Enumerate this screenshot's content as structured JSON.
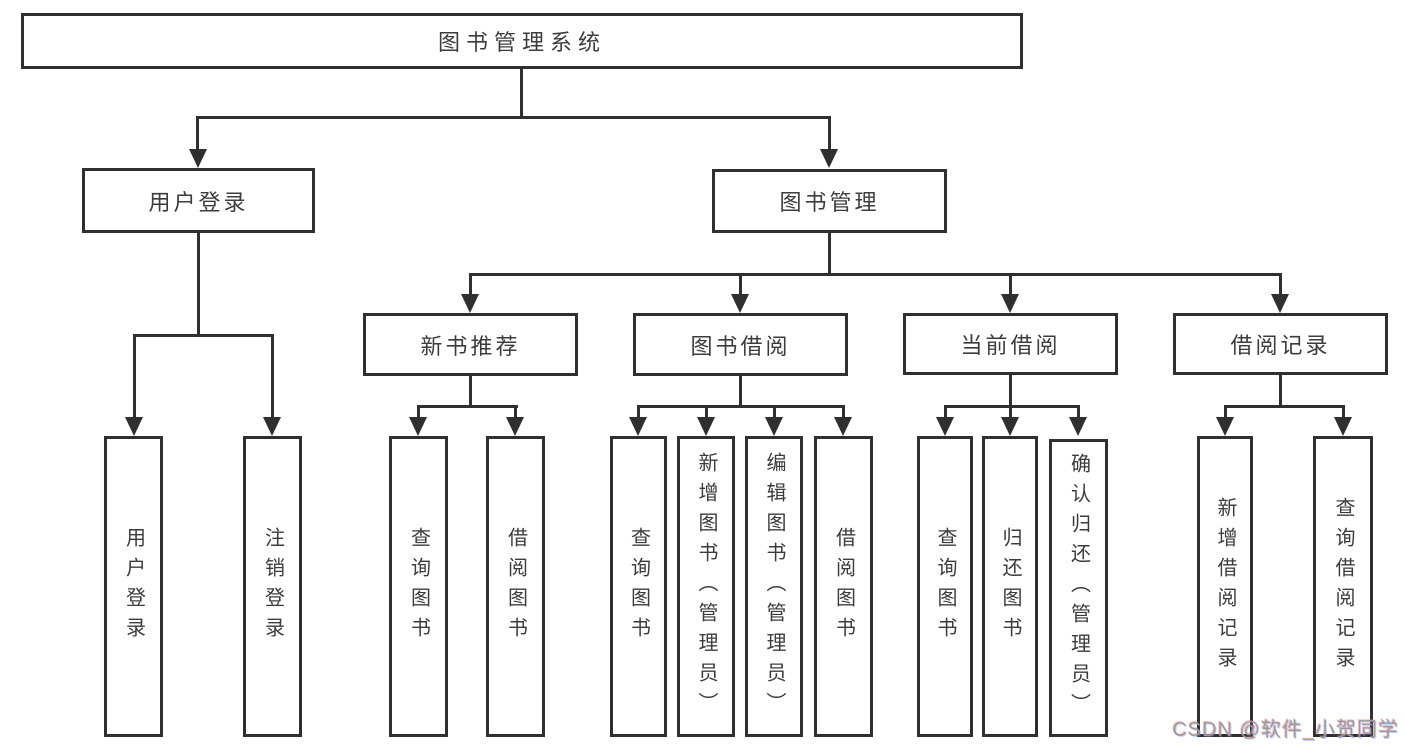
{
  "diagram": {
    "root": "图书管理系统",
    "level2": [
      "用户登录",
      "图书管理"
    ],
    "level3": [
      "新书推荐",
      "图书借阅",
      "当前借阅",
      "借阅记录"
    ],
    "leaves": {
      "login": [
        "用户登录",
        "注销登录"
      ],
      "recommend": [
        "查询图书",
        "借阅图书"
      ],
      "borrow": [
        "查询图书",
        "新增图书（管理员）",
        "编辑图书（管理员）",
        "借阅图书"
      ],
      "current": [
        "查询图书",
        "归还图书",
        "确认归还（管理员）"
      ],
      "records": [
        "新增借阅记录",
        "查询借阅记录"
      ]
    }
  },
  "watermark": "CSDN @软件_小贺同学",
  "colors": {
    "line": "#2f2f2f",
    "text": "#3c3c3c",
    "watermark": "#9a9a9a",
    "background": "#ffffff"
  }
}
